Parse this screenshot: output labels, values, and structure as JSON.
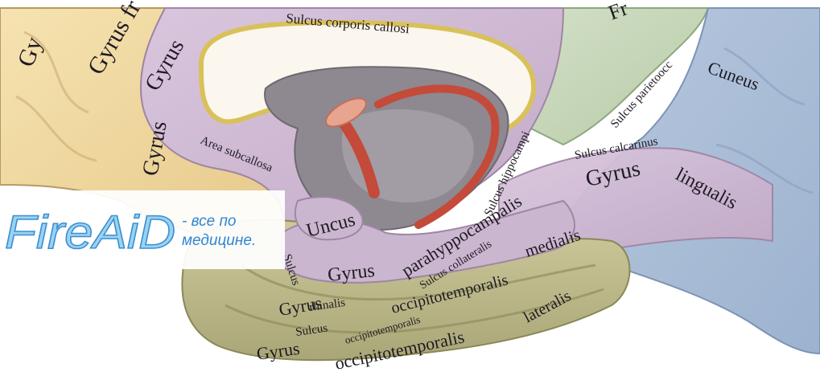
{
  "labels": {
    "sulcus_corporis_callosi": "Sulcus corporis callosi",
    "gyrus_frontal_top": "Gy",
    "gyrus_fr": "Gyrus fr",
    "gyrus_vertical": "Gyrus",
    "gyrus_cinguli_partial": "Gyrus",
    "fr_partial": "Fr",
    "sulcus_parietooccipitalis": "Sulcus parietoocc",
    "cuneus": "Cuneus",
    "sulcus_hippocampi": "Sulcus hippocampi",
    "area_subcallosa": "Area subcallosa",
    "sulcus_calcarinus": "Sulcus calcarinus",
    "gyrus_lingualis_gyrus": "Gyrus",
    "lingualis": "lingualis",
    "uncus": "Uncus",
    "parahyppocampalis": "parahyppocampalis",
    "sulcus_collateralis": "Sulcus collateralis",
    "sulcus_left": "Sulcus",
    "gyrus_parahippocampal_gyrus": "Gyrus",
    "medialis": "medialis",
    "occipitotemporalis_upper": "occipitotemporalis",
    "rhinalis": "rhinalis",
    "gyrus_lower1": "Gyrus",
    "sulcus_occipitotemporalis_sulcus": "Sulcus",
    "occipitotemporalis_small": "occipitotemporalis",
    "lateralis": "lateralis",
    "gyrus_bottom": "Gyrus",
    "occipitotemporalis_bottom": "occipitotemporalis"
  },
  "watermark": {
    "brand": "FireAiD",
    "tagline_line1": "- все по",
    "tagline_line2": "медицине.",
    "colors": {
      "brand": "#9ad3f2",
      "brand_stroke": "#3c8fd0",
      "tagline": "#2f86d4"
    }
  }
}
